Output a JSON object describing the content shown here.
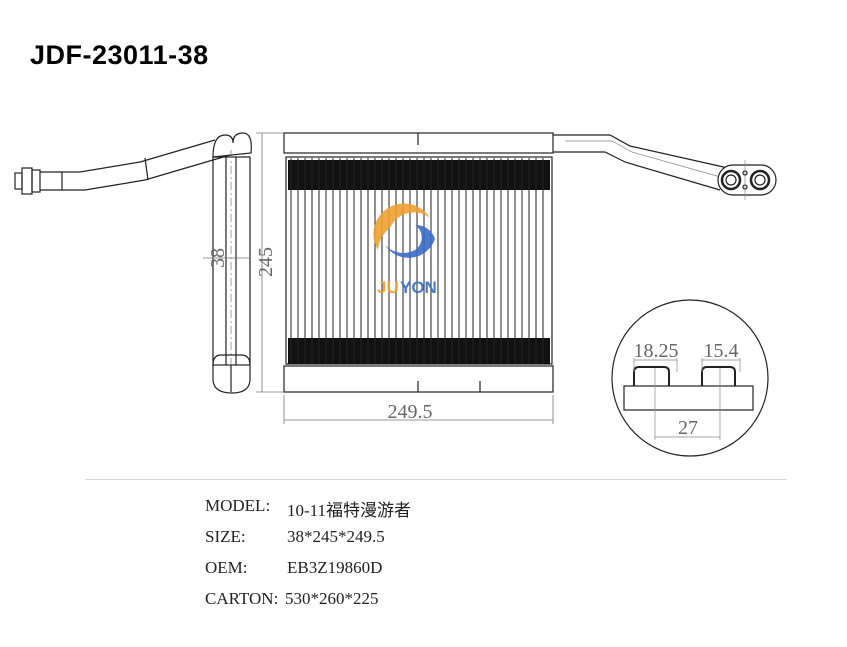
{
  "title": "JDF-23011-38",
  "logo": {
    "text_a": "JU",
    "text_b": "YON",
    "orange": "#f0a030",
    "blue": "#3a6cc8"
  },
  "dimensions": {
    "depth": "38",
    "height": "245",
    "width": "249.5",
    "pipe_a": "18.25",
    "pipe_b": "15.4",
    "pipe_spacing": "27"
  },
  "specs": [
    {
      "label": "MODEL:",
      "value": "10-11福特漫游者"
    },
    {
      "label": "SIZE:",
      "value": "38*245*249.5"
    },
    {
      "label": "OEM:",
      "value": "EB3Z19860D"
    },
    {
      "label": "CARTON:",
      "value": "530*260*225"
    }
  ]
}
